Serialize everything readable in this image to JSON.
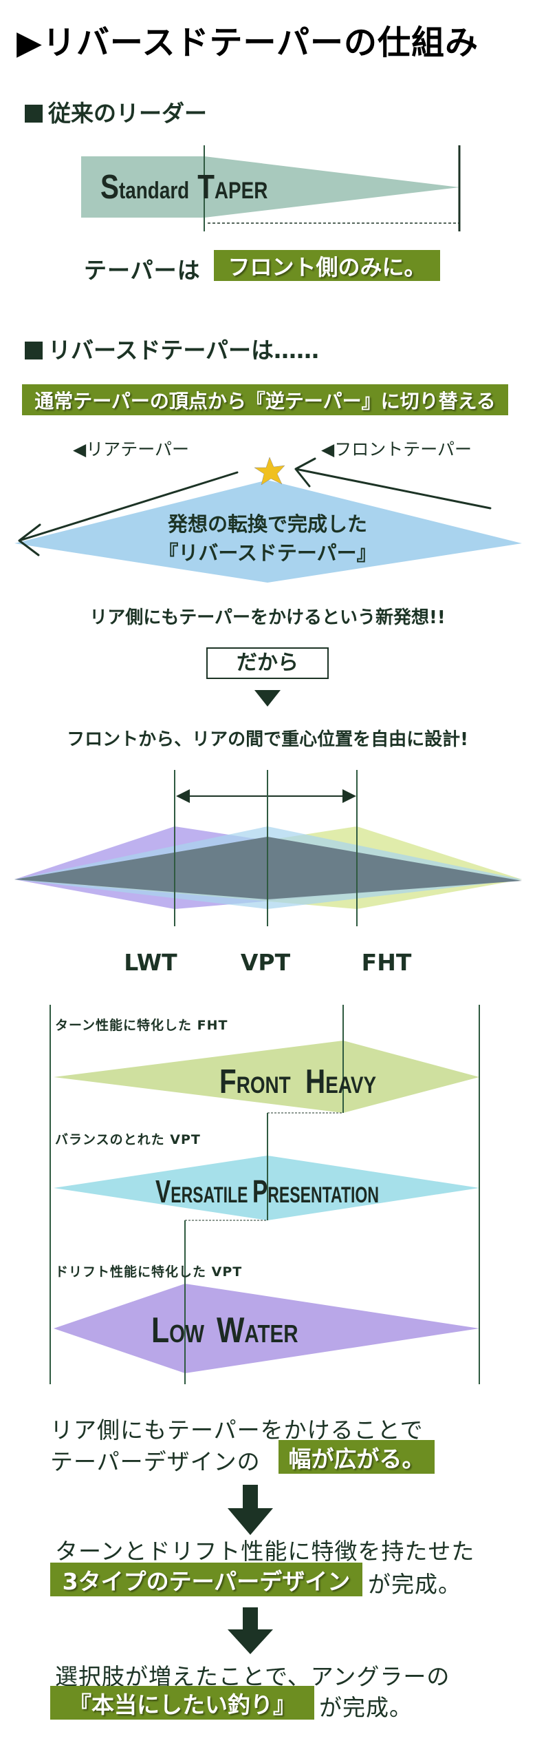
{
  "title": "▶リバースドテーパーの仕組み",
  "section1": {
    "heading": "従来のリーダー",
    "taper_word1": "Standard",
    "taper_word2": "TAPER",
    "caption_prefix": "テーパーは",
    "caption_highlight": "フロント側のみに。"
  },
  "section2": {
    "heading": "リバースドテーパーは……",
    "banner": "通常テーパーの頂点から『逆テーパー』に切り替える",
    "rear_label": "◀リアテーパー",
    "front_label": "◀フロントテーパー",
    "diamond_line1": "発想の転換で完成した",
    "diamond_line2": "『リバースドテーパー』",
    "idea": "リア側にもテーパーをかけるという新発想!!",
    "dakara": "だから",
    "design": "フロントから、リアの間で重心位置を自由に設計!"
  },
  "positions": {
    "labels": [
      "LWT",
      "VPT",
      "FHT"
    ]
  },
  "types": [
    {
      "caption": "ターン性能に特化した FHT",
      "word1": "FRONT",
      "word2": "HEAVY",
      "color": "#cfe09f"
    },
    {
      "caption": "バランスのとれた VPT",
      "word1": "VERSATILE",
      "word2": "PRESENTATION",
      "color": "#a6e0ea"
    },
    {
      "caption": "ドリフト性能に特化した VPT",
      "word1": "LOW",
      "word2": "WATER",
      "color": "#b9a7e8"
    }
  ],
  "conclusion": {
    "p1_line1": "リア側にもテーパーをかけることで",
    "p1_line2": "テーパーデザインの",
    "p1_highlight": "幅が広がる。",
    "p2_line1": "ターンとドリフト性能に特徴を持たせた",
    "p2_highlight": "3タイプのテーパーデザイン",
    "p2_suffix": "が完成。",
    "p3_line1": "選択肢が増えたことで、アングラーの",
    "p3_highlight": "『本当にしたい釣り』",
    "p3_suffix": "が完成。"
  },
  "colors": {
    "dark": "#1c3325",
    "accent_green": "#6d8e21",
    "standard_taper": "#a8c9bd",
    "reverse_diamond": "#a9d3ee"
  }
}
